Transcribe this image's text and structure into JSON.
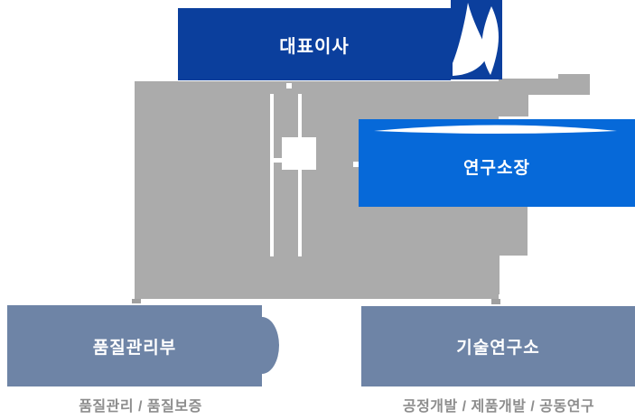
{
  "diagram": {
    "type": "organization-chart",
    "nodes": {
      "ceo": {
        "label": "대표이사"
      },
      "research_director": {
        "label": "연구소장"
      },
      "quality_dept": {
        "label": "품질관리부"
      },
      "tech_institute": {
        "label": "기술연구소"
      }
    },
    "captions": {
      "quality": "품질관리 / 품질보증",
      "tech": "공정개발 / 제품개발 / 공동연구"
    },
    "colors": {
      "ceo_blue": "#0b3f9d",
      "research_blue": "#0669d9",
      "dept_slate": "#6e84a6",
      "placeholder_gray": "#ababab",
      "stub_gray": "#a0a0a0",
      "caption_gray": "#8d8d8d"
    }
  }
}
